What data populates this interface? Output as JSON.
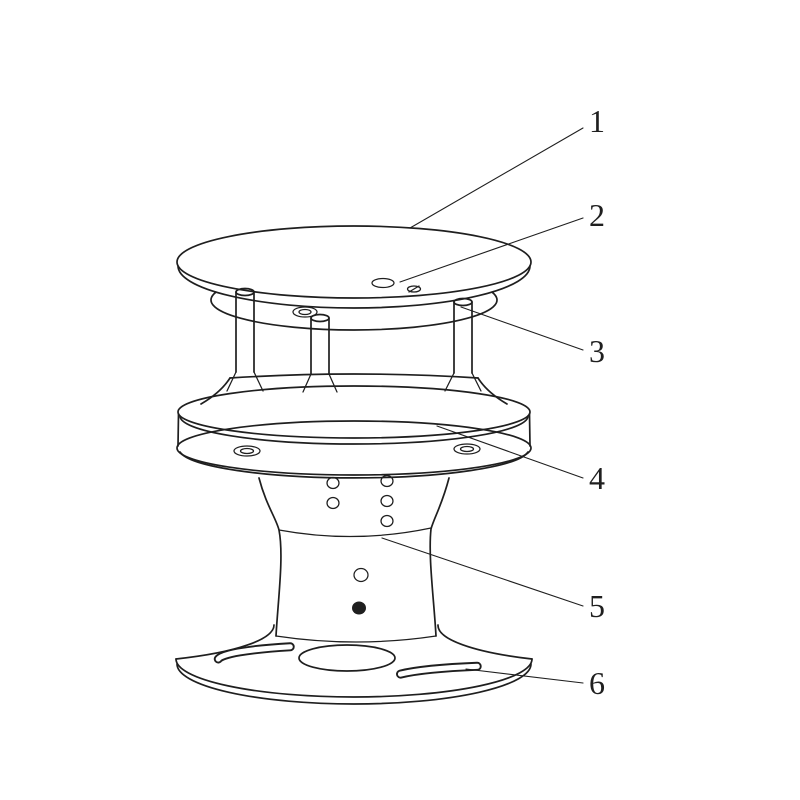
{
  "figure": {
    "background_color": "#ffffff",
    "line_color": "#1f1f1f",
    "callouts": [
      {
        "label": "1"
      },
      {
        "label": "2"
      },
      {
        "label": "3"
      },
      {
        "label": "4"
      },
      {
        "label": "5"
      },
      {
        "label": "6"
      }
    ]
  }
}
